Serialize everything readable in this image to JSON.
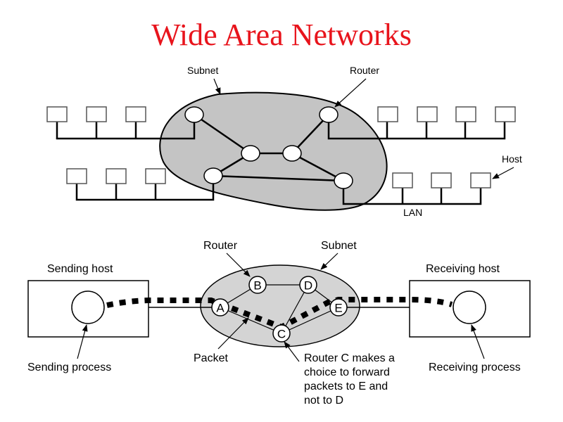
{
  "title": "Wide Area Networks",
  "colors": {
    "title": "#e8141c",
    "subnet_fill": "#c4c4c4",
    "subnet_fill_light": "#d4d4d4",
    "line": "#000000"
  },
  "top_diagram": {
    "labels": {
      "subnet": "Subnet",
      "router": "Router",
      "host": "Host",
      "lan": "LAN"
    },
    "lans": [
      {
        "name": "top-left-lan",
        "host_count": 3
      },
      {
        "name": "bottom-left-lan",
        "host_count": 3
      },
      {
        "name": "top-right-lan",
        "host_count": 4
      },
      {
        "name": "bottom-right-lan",
        "host_count": 3
      }
    ],
    "router_count": 6
  },
  "bottom_diagram": {
    "labels": {
      "router": "Router",
      "subnet": "Subnet",
      "sending_host": "Sending host",
      "receiving_host": "Receiving host",
      "sending_process": "Sending process",
      "receiving_process": "Receiving process",
      "packet": "Packet",
      "router_c_note": [
        "Router C makes a",
        "choice to forward",
        "packets to E and",
        "not to D"
      ]
    },
    "routers": [
      {
        "id": "A",
        "label": "A"
      },
      {
        "id": "B",
        "label": "B"
      },
      {
        "id": "C",
        "label": "C"
      },
      {
        "id": "D",
        "label": "D"
      },
      {
        "id": "E",
        "label": "E"
      }
    ],
    "links": [
      [
        "A",
        "B"
      ],
      [
        "B",
        "D"
      ],
      [
        "D",
        "E"
      ],
      [
        "A",
        "C"
      ],
      [
        "C",
        "D"
      ],
      [
        "C",
        "E"
      ]
    ],
    "packet_path": [
      "A",
      "C",
      "E"
    ]
  }
}
